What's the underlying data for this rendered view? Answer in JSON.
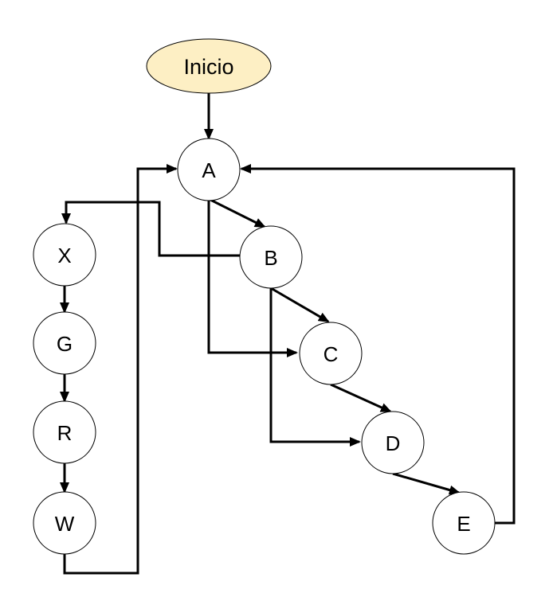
{
  "flowchart": {
    "start": {
      "label": "Inicio",
      "fill": "#fdefc4"
    },
    "nodes": {
      "a": "A",
      "b": "B",
      "c": "C",
      "d": "D",
      "e": "E",
      "x": "X",
      "g": "G",
      "r": "R",
      "w": "W"
    },
    "edges": [
      {
        "from": "Inicio",
        "to": "A"
      },
      {
        "from": "A",
        "to": "B"
      },
      {
        "from": "A",
        "to": "C"
      },
      {
        "from": "B",
        "to": "C"
      },
      {
        "from": "B",
        "to": "D"
      },
      {
        "from": "B",
        "to": "X"
      },
      {
        "from": "C",
        "to": "D"
      },
      {
        "from": "D",
        "to": "E"
      },
      {
        "from": "E",
        "to": "A"
      },
      {
        "from": "X",
        "to": "G"
      },
      {
        "from": "G",
        "to": "R"
      },
      {
        "from": "R",
        "to": "W"
      },
      {
        "from": "W",
        "to": "A"
      }
    ]
  }
}
